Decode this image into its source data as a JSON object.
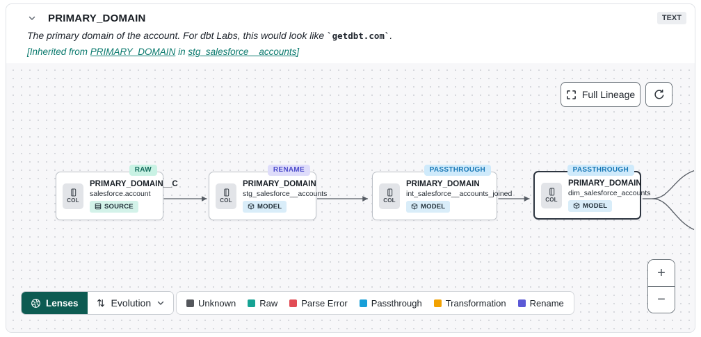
{
  "header": {
    "title": "PRIMARY_DOMAIN",
    "type_badge": "TEXT",
    "description_prefix": "The primary domain of the account. For dbt Labs, this would look like ",
    "description_code": "`getdbt.com`",
    "description_suffix": ".",
    "inherited_prefix": "[Inherited from ",
    "inherited_link_column": "PRIMARY_DOMAIN",
    "inherited_mid": " in ",
    "inherited_link_model": "stg_salesforce__accounts",
    "inherited_suffix": "]"
  },
  "canvas": {
    "controls": {
      "full_lineage_label": "Full Lineage"
    },
    "nodes": [
      {
        "badge": "RAW",
        "title": "PRIMARY_DOMAIN__C",
        "subtitle": "salesforce.account",
        "col_label": "COL",
        "chip": "SOURCE"
      },
      {
        "badge": "RENAME",
        "title": "PRIMARY_DOMAIN",
        "subtitle": "stg_salesforce__accounts",
        "col_label": "COL",
        "chip": "MODEL"
      },
      {
        "badge": "PASSTHROUGH",
        "title": "PRIMARY_DOMAIN",
        "subtitle": "int_salesforce__accounts_joined",
        "col_label": "COL",
        "chip": "MODEL"
      },
      {
        "badge": "PASSTHROUGH",
        "title": "PRIMARY_DOMAIN",
        "subtitle": "dim_salesforce_accounts",
        "col_label": "COL",
        "chip": "MODEL"
      }
    ],
    "zoom": {
      "zoom_in": "+",
      "zoom_out": "−"
    }
  },
  "toolbar": {
    "lenses_label": "Lenses",
    "lens_selected": "Evolution"
  },
  "legend": {
    "items": [
      {
        "label": "Unknown",
        "color": "#54575c"
      },
      {
        "label": "Raw",
        "color": "#16a394"
      },
      {
        "label": "Parse Error",
        "color": "#e24c55"
      },
      {
        "label": "Passthrough",
        "color": "#189fd8"
      },
      {
        "label": "Transformation",
        "color": "#f2a202"
      },
      {
        "label": "Rename",
        "color": "#5b59d6"
      }
    ]
  },
  "colors": {
    "link_teal": "#0b7a6e",
    "lenses_bg": "#0d5b52",
    "badge_raw_bg": "#c9f2e4",
    "badge_rename_bg": "#dedcfa",
    "badge_passthrough_bg": "#cfeafb",
    "node_selected_border": "#2d3540",
    "edge": "#565c64"
  }
}
